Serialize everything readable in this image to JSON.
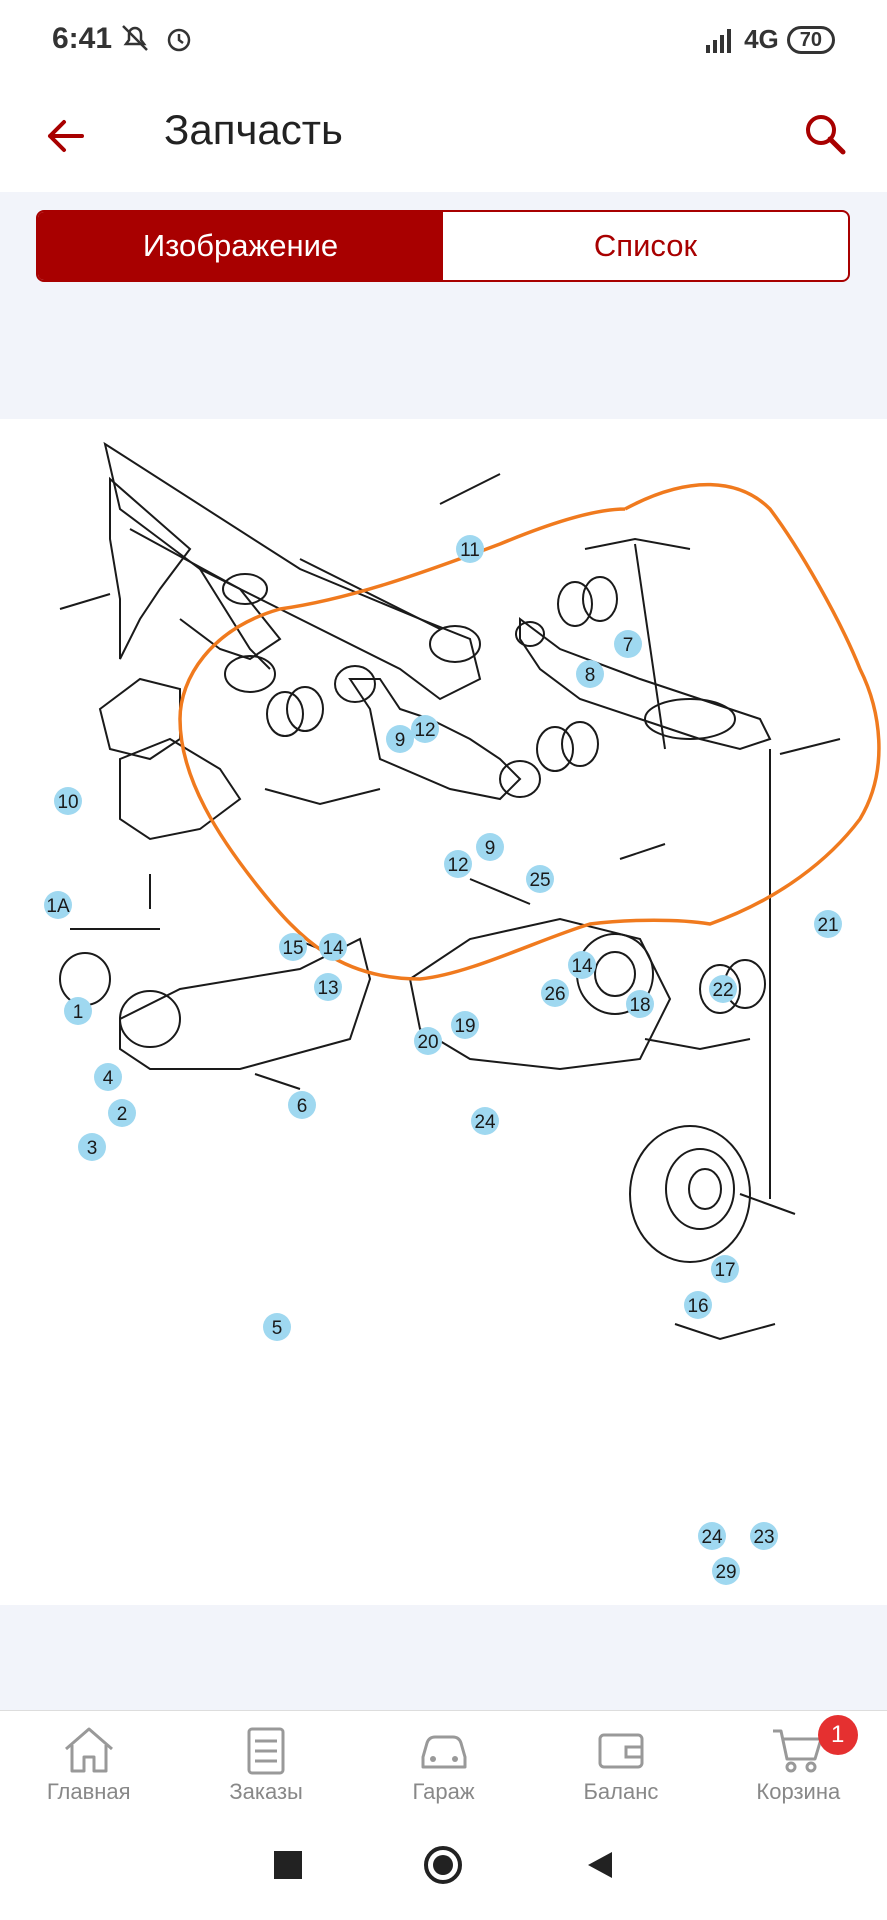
{
  "status": {
    "time": "6:41",
    "network": "4G",
    "battery": "70"
  },
  "appbar": {
    "title": "Запчасть"
  },
  "tabs": [
    {
      "label": "Изображение",
      "active": true
    },
    {
      "label": "Список",
      "active": false
    }
  ],
  "diagram": {
    "callouts": [
      "11",
      "7",
      "8",
      "9",
      "12",
      "12",
      "9",
      "25",
      "10",
      "1A",
      "15",
      "14",
      "13",
      "14",
      "26",
      "20",
      "19",
      "22",
      "21",
      "1",
      "4",
      "18",
      "2",
      "3",
      "6",
      "24",
      "17",
      "16",
      "5",
      "24",
      "23",
      "29"
    ],
    "highlight_color": "#f07a1e",
    "callout_color": "#9fd8f0"
  },
  "bottom_nav": [
    {
      "label": "Главная",
      "icon": "home-icon"
    },
    {
      "label": "Заказы",
      "icon": "orders-icon"
    },
    {
      "label": "Гараж",
      "icon": "car-icon"
    },
    {
      "label": "Баланс",
      "icon": "wallet-icon"
    },
    {
      "label": "Корзина",
      "icon": "cart-icon",
      "badge": "1"
    }
  ],
  "colors": {
    "brand": "#a80000",
    "badge": "#e53030"
  }
}
